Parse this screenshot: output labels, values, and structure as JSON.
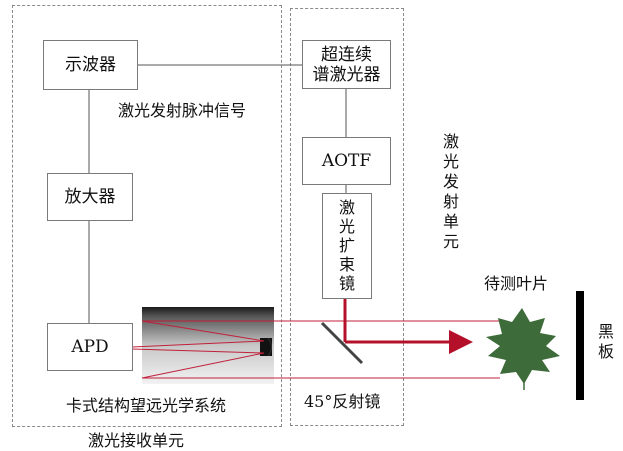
{
  "units": {
    "laser_emission": "激光发射单元",
    "laser_receive": "激光接收单元"
  },
  "boxes": {
    "oscilloscope": "示波器",
    "supercontinuum": "超连续\n谱激光器",
    "aotf": "AOTF",
    "amplifier": "放大器",
    "apd": "APD",
    "beam_expander": "激光扩束镜"
  },
  "labels": {
    "pulse_signal": "激光发射脉冲信号",
    "telescope": "卡式结构望远光学系统",
    "mirror": "45°反射镜",
    "leaf": "待测叶片",
    "blackboard": "黑板"
  },
  "colors": {
    "beam": "#b5102a",
    "thin_beam": "#c0203a",
    "leaf": "#3e6b3a",
    "line": "#555555"
  }
}
